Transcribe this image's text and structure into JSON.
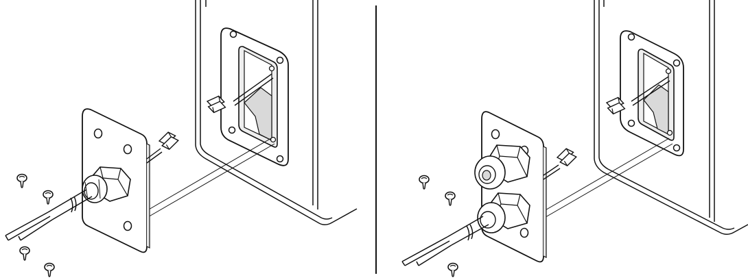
{
  "colors": {
    "background": "#ffffff",
    "line": "#111111",
    "fill": "#ffffff",
    "shade": "#d9d9d9",
    "dark": "#333333"
  },
  "panels": [
    {
      "id": "left",
      "glands": 1
    },
    {
      "id": "right",
      "glands": 2
    }
  ]
}
